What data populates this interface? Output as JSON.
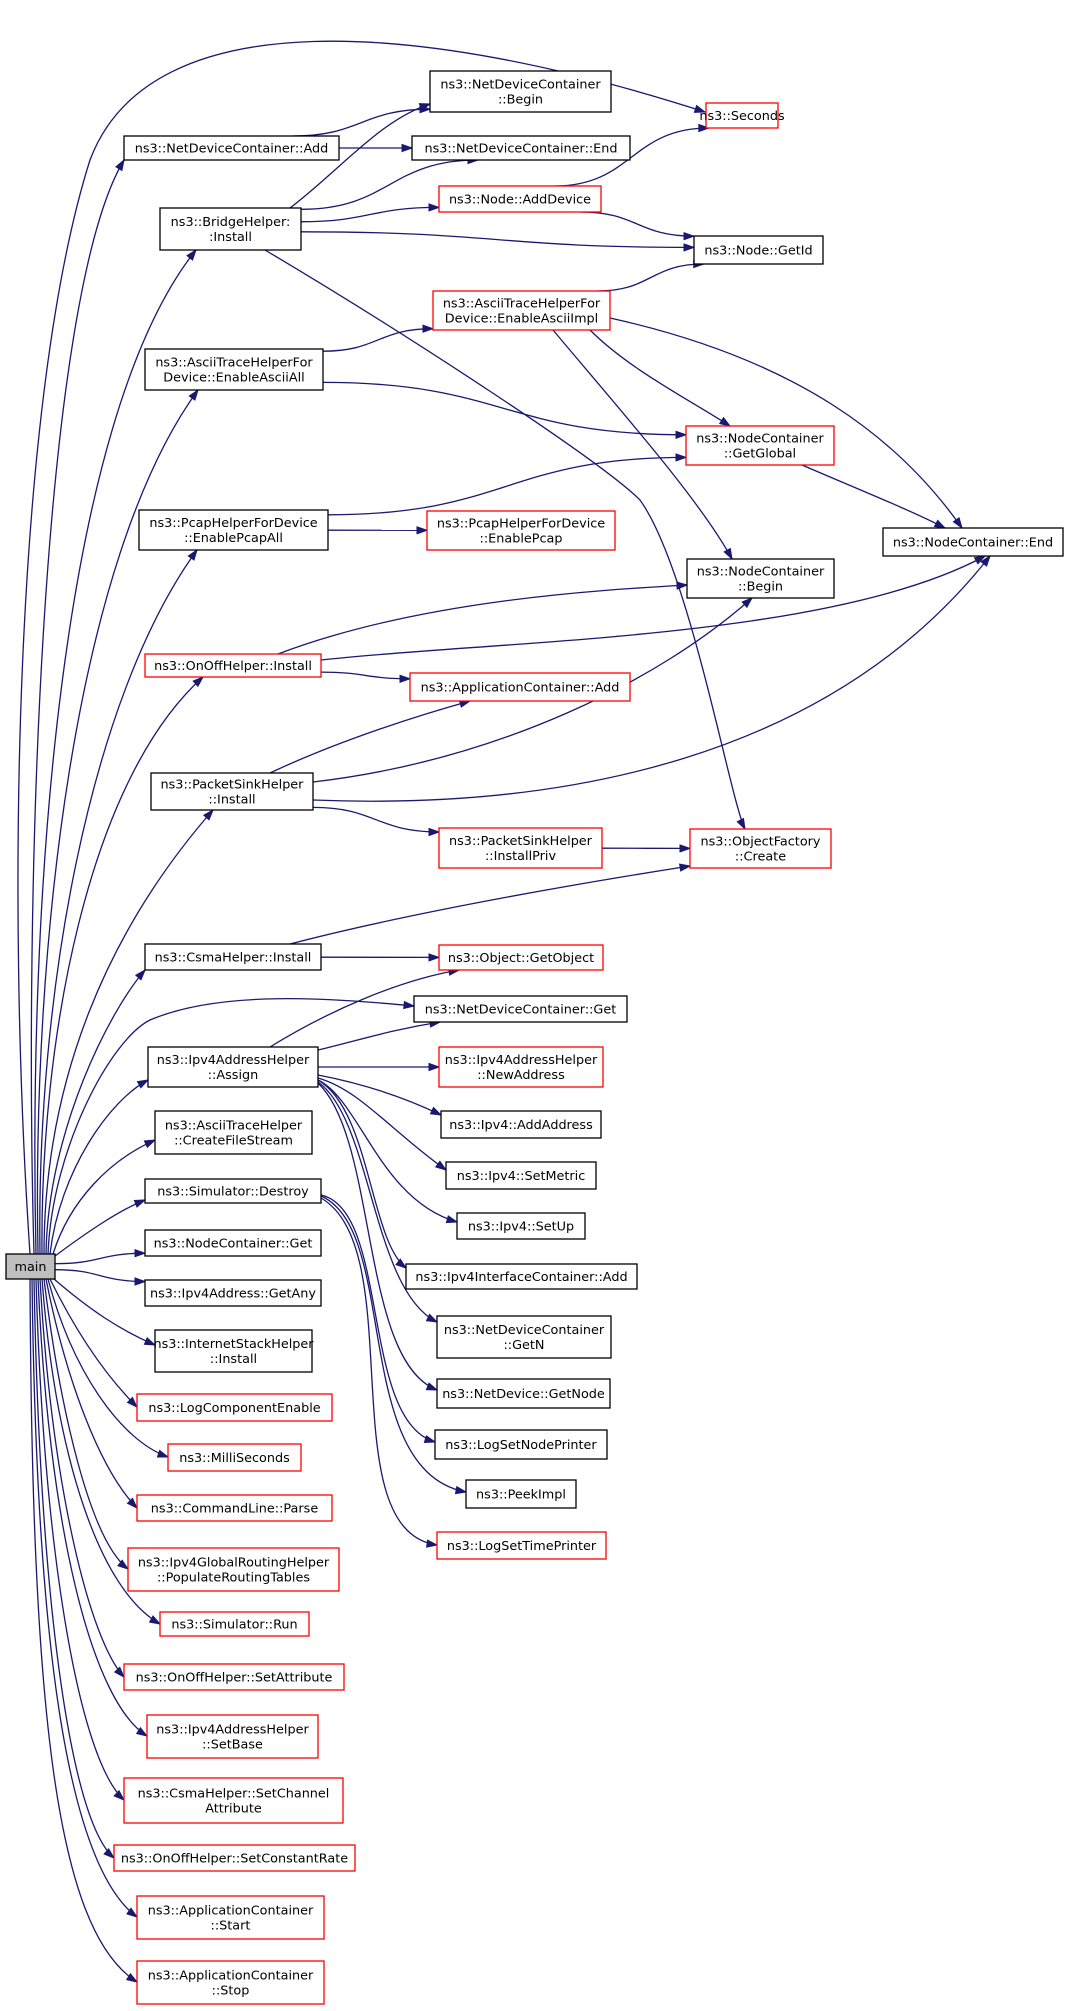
{
  "colors": {
    "edge": "#191970",
    "border_documented": "#000000",
    "border_undocumented": "#ff0000",
    "root_fill": "#bfbfbf",
    "node_fill": "#ffffff"
  },
  "nodes": [
    {
      "id": "main",
      "lines": [
        "main"
      ],
      "style": "root"
    },
    {
      "id": "ndc_add",
      "lines": [
        "ns3::NetDeviceContainer::Add"
      ],
      "style": "black"
    },
    {
      "id": "ndc_begin",
      "lines": [
        "ns3::NetDeviceContainer",
        "::Begin"
      ],
      "style": "black"
    },
    {
      "id": "ndc_end",
      "lines": [
        "ns3::NetDeviceContainer::End"
      ],
      "style": "black"
    },
    {
      "id": "seconds",
      "lines": [
        "ns3::Seconds"
      ],
      "style": "red"
    },
    {
      "id": "bridge_install",
      "lines": [
        "ns3::BridgeHelper:",
        ":Install"
      ],
      "style": "black"
    },
    {
      "id": "node_adddevice",
      "lines": [
        "ns3::Node::AddDevice"
      ],
      "style": "red"
    },
    {
      "id": "node_getid",
      "lines": [
        "ns3::Node::GetId"
      ],
      "style": "black"
    },
    {
      "id": "ascii_enableall",
      "lines": [
        "ns3::AsciiTraceHelperFor",
        "Device::EnableAsciiAll"
      ],
      "style": "black"
    },
    {
      "id": "ascii_impl",
      "lines": [
        "ns3::AsciiTraceHelperFor",
        "Device::EnableAsciiImpl"
      ],
      "style": "red"
    },
    {
      "id": "nc_getglobal",
      "lines": [
        "ns3::NodeContainer",
        "::GetGlobal"
      ],
      "style": "red"
    },
    {
      "id": "nc_end",
      "lines": [
        "ns3::NodeContainer::End"
      ],
      "style": "black"
    },
    {
      "id": "pcap_all",
      "lines": [
        "ns3::PcapHelperForDevice",
        "::EnablePcapAll"
      ],
      "style": "black"
    },
    {
      "id": "pcap",
      "lines": [
        "ns3::PcapHelperForDevice",
        "::EnablePcap"
      ],
      "style": "red"
    },
    {
      "id": "nc_begin",
      "lines": [
        "ns3::NodeContainer",
        "::Begin"
      ],
      "style": "black"
    },
    {
      "id": "onoff_install",
      "lines": [
        "ns3::OnOffHelper::Install"
      ],
      "style": "red"
    },
    {
      "id": "appc_add",
      "lines": [
        "ns3::ApplicationContainer::Add"
      ],
      "style": "red"
    },
    {
      "id": "psh_install",
      "lines": [
        "ns3::PacketSinkHelper",
        "::Install"
      ],
      "style": "black"
    },
    {
      "id": "psh_installpriv",
      "lines": [
        "ns3::PacketSinkHelper",
        "::InstallPriv"
      ],
      "style": "red"
    },
    {
      "id": "objfactory_create",
      "lines": [
        "ns3::ObjectFactory",
        "::Create"
      ],
      "style": "red"
    },
    {
      "id": "csma_install",
      "lines": [
        "ns3::CsmaHelper::Install"
      ],
      "style": "black"
    },
    {
      "id": "obj_getobject",
      "lines": [
        "ns3::Object::GetObject"
      ],
      "style": "red"
    },
    {
      "id": "ndc_get",
      "lines": [
        "ns3::NetDeviceContainer::Get"
      ],
      "style": "black"
    },
    {
      "id": "ipv4ah_assign",
      "lines": [
        "ns3::Ipv4AddressHelper",
        "::Assign"
      ],
      "style": "black"
    },
    {
      "id": "ipv4ah_newaddress",
      "lines": [
        "ns3::Ipv4AddressHelper",
        "::NewAddress"
      ],
      "style": "red"
    },
    {
      "id": "ipv4_addaddress",
      "lines": [
        "ns3::Ipv4::AddAddress"
      ],
      "style": "black"
    },
    {
      "id": "ascii_createfilestream",
      "lines": [
        "ns3::AsciiTraceHelper",
        "::CreateFileStream"
      ],
      "style": "black"
    },
    {
      "id": "ipv4_setmetric",
      "lines": [
        "ns3::Ipv4::SetMetric"
      ],
      "style": "black"
    },
    {
      "id": "sim_destroy",
      "lines": [
        "ns3::Simulator::Destroy"
      ],
      "style": "black"
    },
    {
      "id": "ipv4_setup",
      "lines": [
        "ns3::Ipv4::SetUp"
      ],
      "style": "black"
    },
    {
      "id": "nc_get",
      "lines": [
        "ns3::NodeContainer::Get"
      ],
      "style": "black"
    },
    {
      "id": "ipv4ic_add",
      "lines": [
        "ns3::Ipv4InterfaceContainer::Add"
      ],
      "style": "black"
    },
    {
      "id": "ipv4addr_getany",
      "lines": [
        "ns3::Ipv4Address::GetAny"
      ],
      "style": "black"
    },
    {
      "id": "ndc_getn",
      "lines": [
        "ns3::NetDeviceContainer",
        "::GetN"
      ],
      "style": "black"
    },
    {
      "id": "ish_install",
      "lines": [
        "ns3::InternetStackHelper",
        "::Install"
      ],
      "style": "black"
    },
    {
      "id": "nd_getnode",
      "lines": [
        "ns3::NetDevice::GetNode"
      ],
      "style": "black"
    },
    {
      "id": "logcomp_enable",
      "lines": [
        "ns3::LogComponentEnable"
      ],
      "style": "red"
    },
    {
      "id": "log_setnodeprinter",
      "lines": [
        "ns3::LogSetNodePrinter"
      ],
      "style": "black"
    },
    {
      "id": "milliseconds",
      "lines": [
        "ns3::MilliSeconds"
      ],
      "style": "red"
    },
    {
      "id": "peekimpl",
      "lines": [
        "ns3::PeekImpl"
      ],
      "style": "black"
    },
    {
      "id": "cmdline_parse",
      "lines": [
        "ns3::CommandLine::Parse"
      ],
      "style": "red"
    },
    {
      "id": "log_settimeprinter",
      "lines": [
        "ns3::LogSetTimePrinter"
      ],
      "style": "red"
    },
    {
      "id": "ipv4grh_populate",
      "lines": [
        "ns3::Ipv4GlobalRoutingHelper",
        "::PopulateRoutingTables"
      ],
      "style": "red"
    },
    {
      "id": "sim_run",
      "lines": [
        "ns3::Simulator::Run"
      ],
      "style": "red"
    },
    {
      "id": "onoff_setattr",
      "lines": [
        "ns3::OnOffHelper::SetAttribute"
      ],
      "style": "red"
    },
    {
      "id": "ipv4ah_setbase",
      "lines": [
        "ns3::Ipv4AddressHelper",
        "::SetBase"
      ],
      "style": "red"
    },
    {
      "id": "csma_setchannelattr",
      "lines": [
        "ns3::CsmaHelper::SetChannel",
        "Attribute"
      ],
      "style": "red"
    },
    {
      "id": "onoff_setconstantrate",
      "lines": [
        "ns3::OnOffHelper::SetConstantRate"
      ],
      "style": "red"
    },
    {
      "id": "appc_start",
      "lines": [
        "ns3::ApplicationContainer",
        "::Start"
      ],
      "style": "red"
    },
    {
      "id": "appc_stop",
      "lines": [
        "ns3::ApplicationContainer",
        "::Stop"
      ],
      "style": "red"
    }
  ],
  "edges": [
    {
      "from": "main",
      "to": "seconds"
    },
    {
      "from": "main",
      "to": "ndc_add"
    },
    {
      "from": "main",
      "to": "bridge_install"
    },
    {
      "from": "main",
      "to": "ascii_enableall"
    },
    {
      "from": "main",
      "to": "pcap_all"
    },
    {
      "from": "main",
      "to": "onoff_install"
    },
    {
      "from": "main",
      "to": "psh_install"
    },
    {
      "from": "main",
      "to": "csma_install"
    },
    {
      "from": "main",
      "to": "ndc_get"
    },
    {
      "from": "main",
      "to": "ipv4ah_assign"
    },
    {
      "from": "main",
      "to": "ascii_createfilestream"
    },
    {
      "from": "main",
      "to": "sim_destroy"
    },
    {
      "from": "main",
      "to": "nc_get"
    },
    {
      "from": "main",
      "to": "ipv4addr_getany"
    },
    {
      "from": "main",
      "to": "ish_install"
    },
    {
      "from": "main",
      "to": "logcomp_enable"
    },
    {
      "from": "main",
      "to": "milliseconds"
    },
    {
      "from": "main",
      "to": "cmdline_parse"
    },
    {
      "from": "main",
      "to": "ipv4grh_populate"
    },
    {
      "from": "main",
      "to": "sim_run"
    },
    {
      "from": "main",
      "to": "onoff_setattr"
    },
    {
      "from": "main",
      "to": "ipv4ah_setbase"
    },
    {
      "from": "main",
      "to": "csma_setchannelattr"
    },
    {
      "from": "main",
      "to": "onoff_setconstantrate"
    },
    {
      "from": "main",
      "to": "appc_start"
    },
    {
      "from": "main",
      "to": "appc_stop"
    },
    {
      "from": "ndc_add",
      "to": "ndc_begin"
    },
    {
      "from": "ndc_add",
      "to": "ndc_end"
    },
    {
      "from": "bridge_install",
      "to": "ndc_begin"
    },
    {
      "from": "bridge_install",
      "to": "ndc_end"
    },
    {
      "from": "bridge_install",
      "to": "node_adddevice"
    },
    {
      "from": "bridge_install",
      "to": "node_getid"
    },
    {
      "from": "bridge_install",
      "to": "objfactory_create"
    },
    {
      "from": "node_adddevice",
      "to": "seconds"
    },
    {
      "from": "node_adddevice",
      "to": "node_getid"
    },
    {
      "from": "ascii_enableall",
      "to": "ascii_impl"
    },
    {
      "from": "ascii_enableall",
      "to": "nc_getglobal"
    },
    {
      "from": "ascii_impl",
      "to": "node_getid"
    },
    {
      "from": "ascii_impl",
      "to": "nc_getglobal"
    },
    {
      "from": "ascii_impl",
      "to": "nc_end"
    },
    {
      "from": "ascii_impl",
      "to": "nc_begin"
    },
    {
      "from": "nc_getglobal",
      "to": "nc_end"
    },
    {
      "from": "pcap_all",
      "to": "nc_getglobal"
    },
    {
      "from": "pcap_all",
      "to": "pcap"
    },
    {
      "from": "onoff_install",
      "to": "nc_begin"
    },
    {
      "from": "onoff_install",
      "to": "nc_end"
    },
    {
      "from": "onoff_install",
      "to": "appc_add"
    },
    {
      "from": "psh_install",
      "to": "appc_add"
    },
    {
      "from": "psh_install",
      "to": "nc_begin"
    },
    {
      "from": "psh_install",
      "to": "nc_end"
    },
    {
      "from": "psh_install",
      "to": "psh_installpriv"
    },
    {
      "from": "psh_installpriv",
      "to": "objfactory_create"
    },
    {
      "from": "csma_install",
      "to": "objfactory_create"
    },
    {
      "from": "csma_install",
      "to": "obj_getobject"
    },
    {
      "from": "ipv4ah_assign",
      "to": "obj_getobject"
    },
    {
      "from": "ipv4ah_assign",
      "to": "ndc_get"
    },
    {
      "from": "ipv4ah_assign",
      "to": "ipv4ah_newaddress"
    },
    {
      "from": "ipv4ah_assign",
      "to": "ipv4_addaddress"
    },
    {
      "from": "ipv4ah_assign",
      "to": "ipv4_setmetric"
    },
    {
      "from": "ipv4ah_assign",
      "to": "ipv4_setup"
    },
    {
      "from": "ipv4ah_assign",
      "to": "ipv4ic_add"
    },
    {
      "from": "ipv4ah_assign",
      "to": "ndc_getn"
    },
    {
      "from": "ipv4ah_assign",
      "to": "nd_getnode"
    },
    {
      "from": "sim_destroy",
      "to": "log_setnodeprinter"
    },
    {
      "from": "sim_destroy",
      "to": "peekimpl"
    },
    {
      "from": "sim_destroy",
      "to": "log_settimeprinter"
    }
  ]
}
